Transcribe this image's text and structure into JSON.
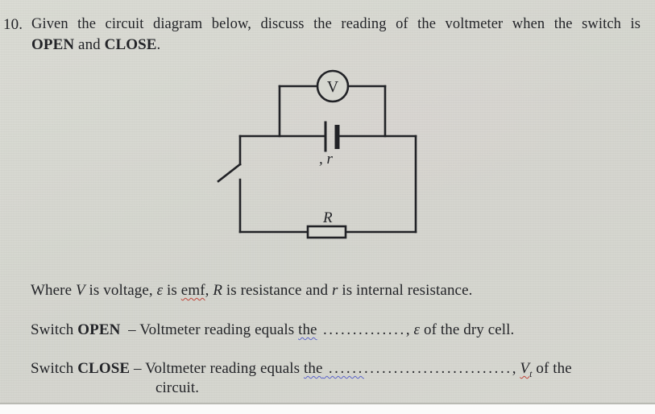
{
  "question": {
    "number": "10.",
    "line1": "Given the circuit diagram below, discuss the reading of the voltmeter when the switch is",
    "bold1": "OPEN",
    "mid": " and ",
    "bold2": "CLOSE",
    "end": "."
  },
  "circuit": {
    "voltmeter_label": "V",
    "battery_label": ", r",
    "resistor_label": "R",
    "wire_color": "#212226",
    "paper_color": "#d4d5ce"
  },
  "where_line": {
    "t1": "Where ",
    "v": "V",
    "t2": " is voltage, ",
    "eps": "ε",
    "t3": " is ",
    "emf": "emf",
    "t4": ", ",
    "R": "R",
    "t5": " is resistance and ",
    "r": "r",
    "t6": " is internal resistance."
  },
  "switch_open_line": {
    "t1": "Switch ",
    "bold": "OPEN",
    "t2": "  – Voltmeter reading equals ",
    "the": "the",
    "dots": " ..............",
    "t3": ", ",
    "eps": "ε",
    "t4": " of the dry cell."
  },
  "switch_close_line": {
    "t1": "Switch ",
    "bold": "CLOSE",
    "t2": " – Voltmeter reading equals ",
    "the": "the",
    "dots1": " ......",
    "dots2": ".........................",
    "t3": ", ",
    "v": "V",
    "vsub": "t",
    "t4": " of the",
    "line2": "circuit."
  }
}
